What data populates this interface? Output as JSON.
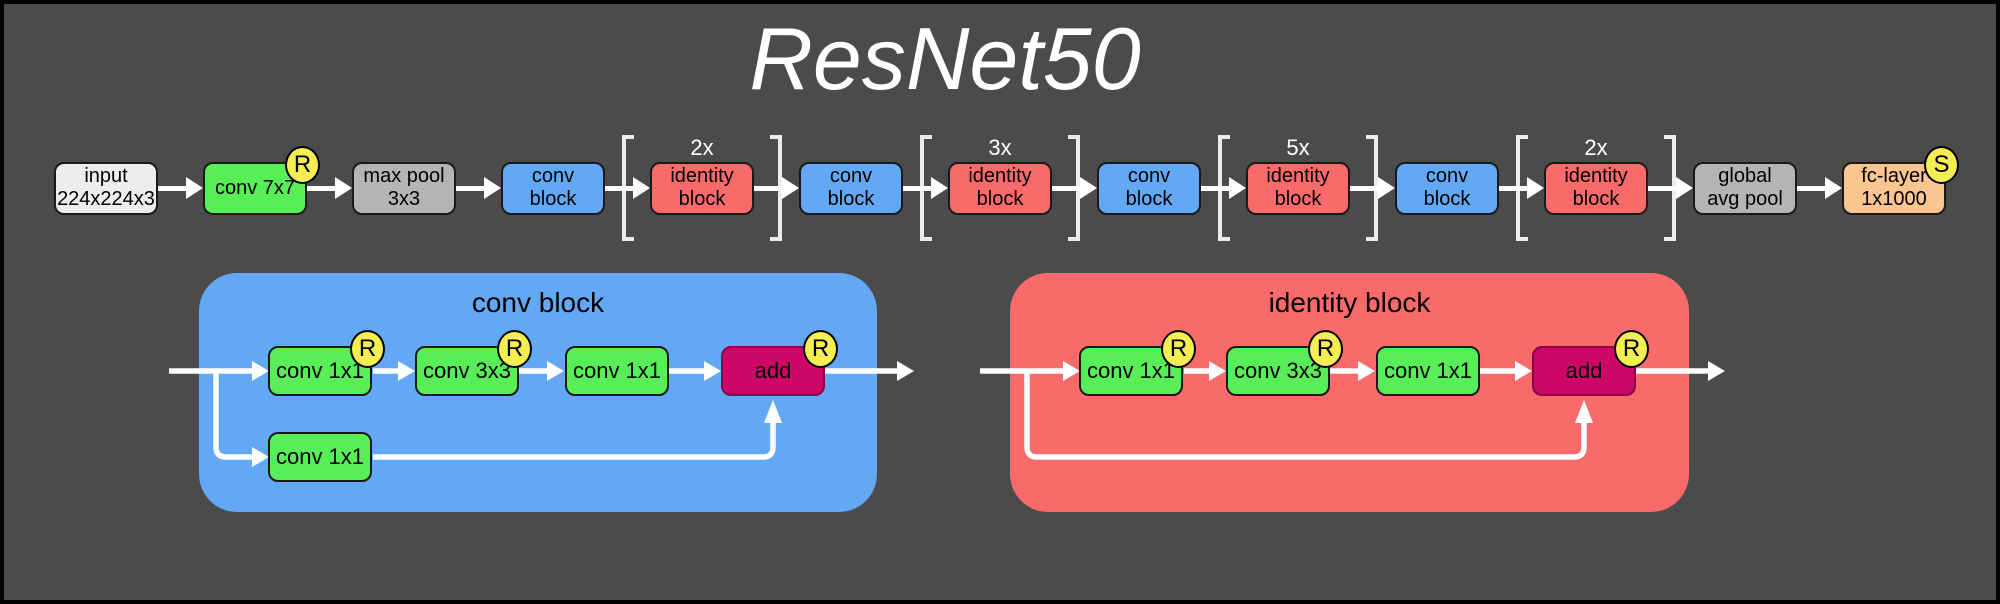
{
  "title": "ResNet50",
  "pipeline": {
    "items": [
      {
        "line1": "input",
        "line2": "224x224x3"
      },
      {
        "line1": "conv 7x7",
        "badge": "R"
      },
      {
        "line1": "max pool",
        "line2": "3x3"
      },
      {
        "line1": "conv",
        "line2": "block"
      },
      {
        "repeat": "2x",
        "line1": "identity",
        "line2": "block"
      },
      {
        "line1": "conv",
        "line2": "block"
      },
      {
        "repeat": "3x",
        "line1": "identity",
        "line2": "block"
      },
      {
        "line1": "conv",
        "line2": "block"
      },
      {
        "repeat": "5x",
        "line1": "identity",
        "line2": "block"
      },
      {
        "line1": "conv",
        "line2": "block"
      },
      {
        "repeat": "2x",
        "line1": "identity",
        "line2": "block"
      },
      {
        "line1": "global",
        "line2": "avg pool"
      },
      {
        "line1": "fc-layer",
        "line2": "1x1000",
        "badge": "S"
      }
    ]
  },
  "conv_block_detail": {
    "title": "conv block",
    "blocks": [
      {
        "label": "conv 1x1",
        "badge": "R"
      },
      {
        "label": "conv 3x3",
        "badge": "R"
      },
      {
        "label": "conv 1x1"
      },
      {
        "label": "add",
        "badge": "R"
      }
    ],
    "shortcut_block": {
      "label": "conv 1x1"
    }
  },
  "identity_block_detail": {
    "title": "identity block",
    "blocks": [
      {
        "label": "conv 1x1",
        "badge": "R"
      },
      {
        "label": "conv 3x3",
        "badge": "R"
      },
      {
        "label": "conv 1x1"
      },
      {
        "label": "add",
        "badge": "R"
      }
    ]
  },
  "colors": {
    "background": "#4b4b4b",
    "frame": "#000000",
    "title_text": "#ffffff",
    "block_text": "#000000",
    "input_block": "#ededed",
    "conv_green": "#58ee58",
    "pool_gray": "#b4b4b4",
    "conv_block_blue": "#62a8f4",
    "identity_block_red": "#f96a6a",
    "fc_layer_peach": "#fbc591",
    "add_magenta": "#cc0767",
    "badge_yellow": "#f4ee53",
    "arrow_white": "#ffffff",
    "bracket_gray": "#ececec"
  }
}
